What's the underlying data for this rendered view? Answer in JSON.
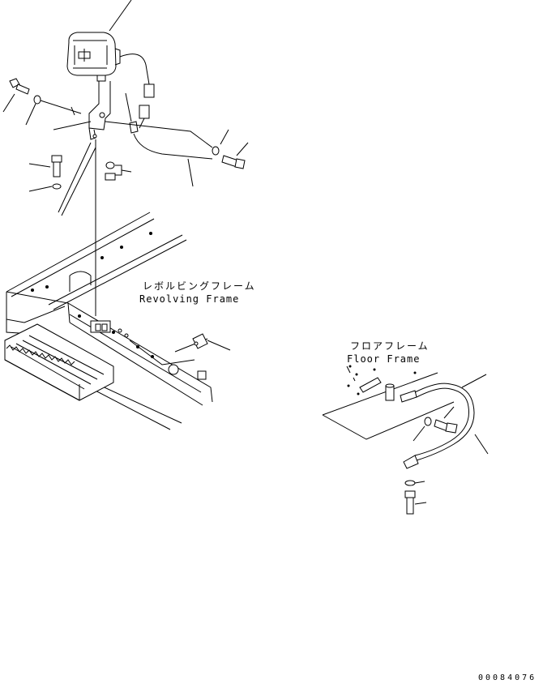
{
  "labels": {
    "revolving_frame_jp": "レボルビングフレーム",
    "revolving_frame_en": "Revolving Frame",
    "floor_frame_jp": "フロアフレーム",
    "floor_frame_en": "Floor Frame",
    "drawing_number": "00084076"
  }
}
